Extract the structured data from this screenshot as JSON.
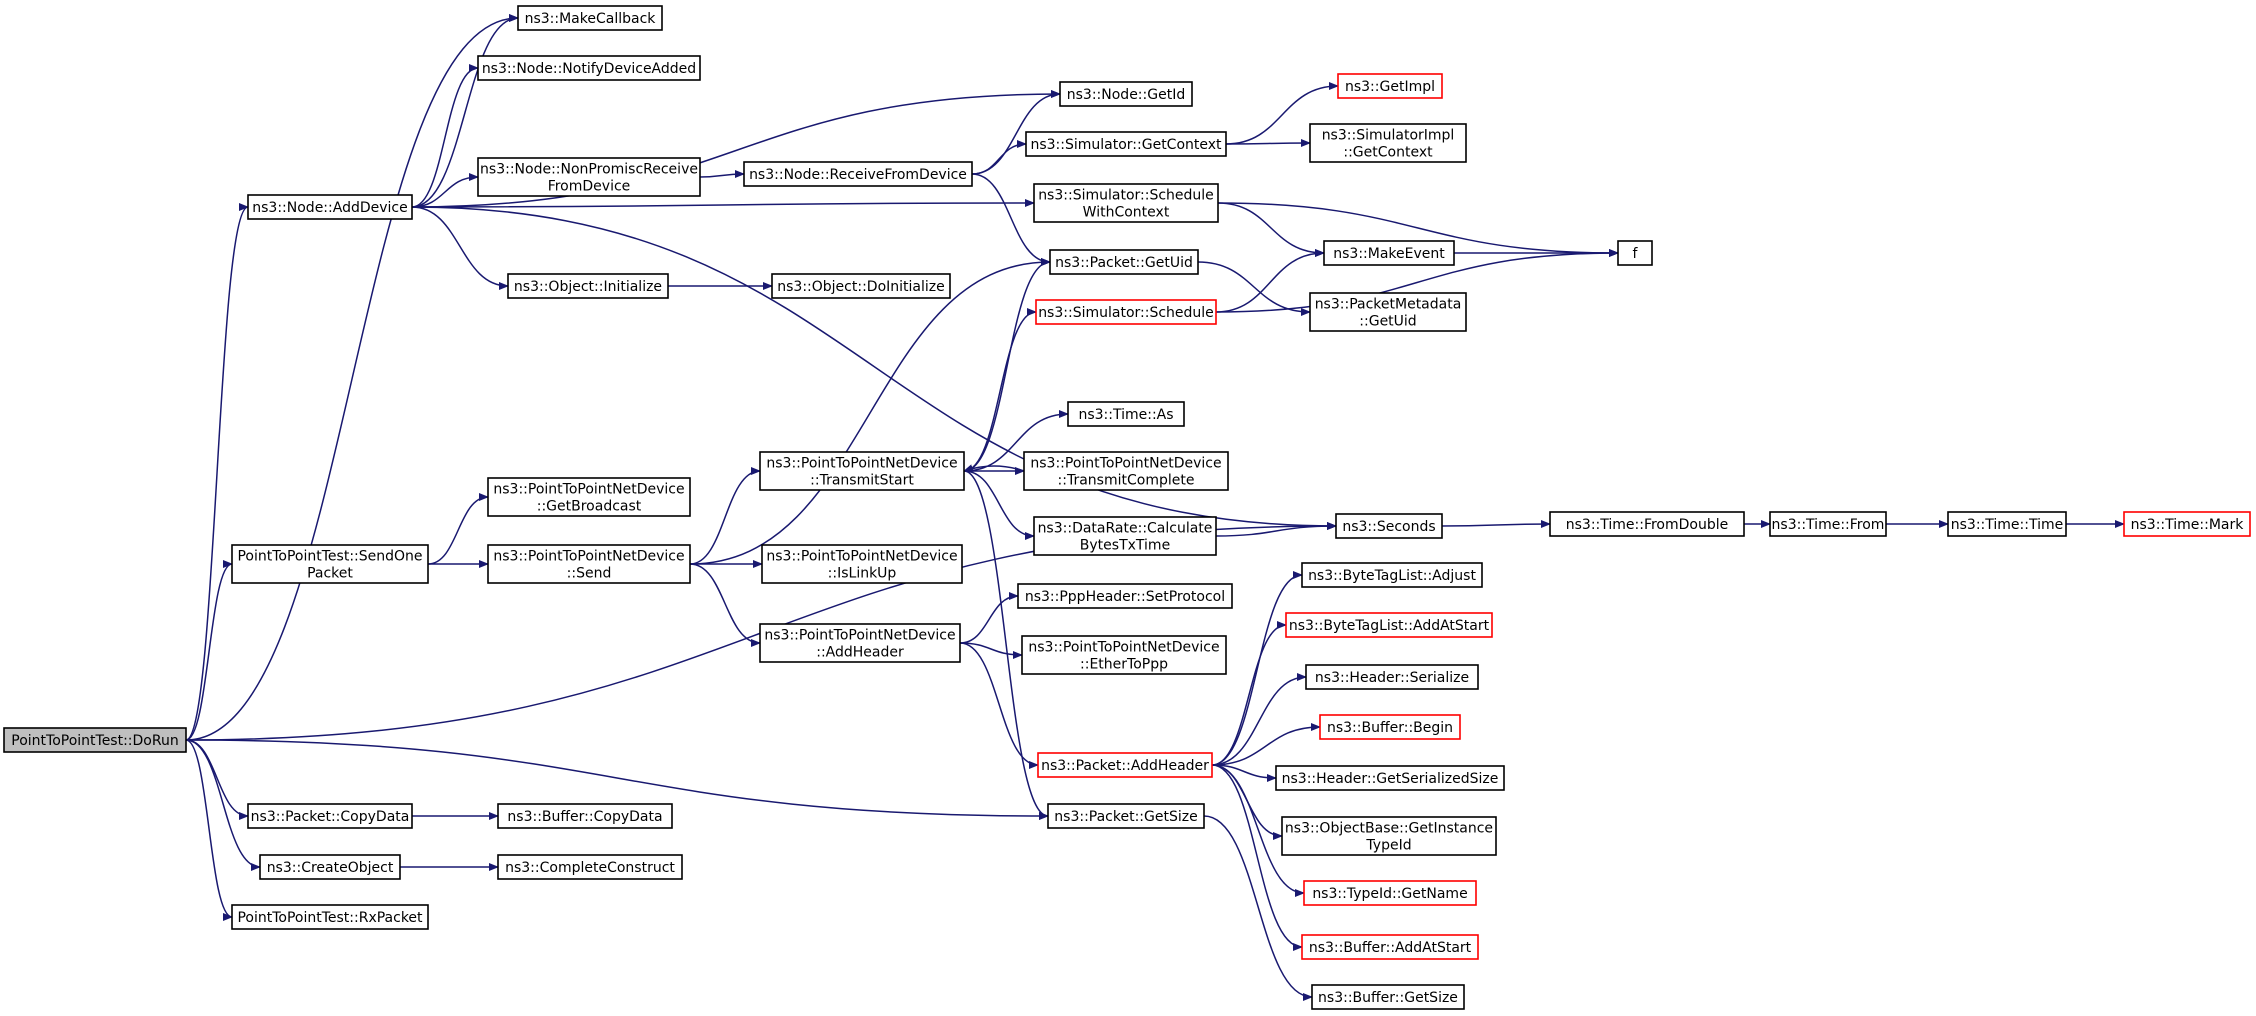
{
  "colors": {
    "edge": "#191970",
    "node_border": "#000000",
    "node_border_incomplete": "#ff0000",
    "root_fill": "#bfbfbf",
    "node_fill": "#ffffff"
  },
  "nodes": [
    {
      "id": "dorun",
      "lines": [
        "PointToPointTest::DoRun"
      ],
      "style": "root"
    },
    {
      "id": "makecallback",
      "lines": [
        "ns3::MakeCallback"
      ],
      "style": "normal"
    },
    {
      "id": "notifydeviceadded",
      "lines": [
        "ns3::Node::NotifyDeviceAdded"
      ],
      "style": "normal"
    },
    {
      "id": "nodeadddevice",
      "lines": [
        "ns3::Node::AddDevice"
      ],
      "style": "normal"
    },
    {
      "id": "nonpromisc",
      "lines": [
        "ns3::Node::NonPromiscReceive",
        "FromDevice"
      ],
      "style": "normal"
    },
    {
      "id": "objinitialize",
      "lines": [
        "ns3::Object::Initialize"
      ],
      "style": "normal"
    },
    {
      "id": "receivefromdevice",
      "lines": [
        "ns3::Node::ReceiveFromDevice"
      ],
      "style": "normal"
    },
    {
      "id": "objdoinitialize",
      "lines": [
        "ns3::Object::DoInitialize"
      ],
      "style": "normal"
    },
    {
      "id": "nodegetid",
      "lines": [
        "ns3::Node::GetId"
      ],
      "style": "normal"
    },
    {
      "id": "simgetcontext",
      "lines": [
        "ns3::Simulator::GetContext"
      ],
      "style": "normal"
    },
    {
      "id": "simschedctx",
      "lines": [
        "ns3::Simulator::Schedule",
        "WithContext"
      ],
      "style": "normal"
    },
    {
      "id": "packetgetuid",
      "lines": [
        "ns3::Packet::GetUid"
      ],
      "style": "normal"
    },
    {
      "id": "simschedule",
      "lines": [
        "ns3::Simulator::Schedule"
      ],
      "style": "red"
    },
    {
      "id": "getimpl",
      "lines": [
        "ns3::GetImpl"
      ],
      "style": "red"
    },
    {
      "id": "simimplctx",
      "lines": [
        "ns3::SimulatorImpl",
        "::GetContext"
      ],
      "style": "normal"
    },
    {
      "id": "makeevent",
      "lines": [
        "ns3::MakeEvent"
      ],
      "style": "normal"
    },
    {
      "id": "pmgetuid",
      "lines": [
        "ns3::PacketMetadata",
        "::GetUid"
      ],
      "style": "normal"
    },
    {
      "id": "f",
      "lines": [
        "f"
      ],
      "style": "normal"
    },
    {
      "id": "timeas",
      "lines": [
        "ns3::Time::As"
      ],
      "style": "normal"
    },
    {
      "id": "transmitstart",
      "lines": [
        "ns3::PointToPointNetDevice",
        "::TransmitStart"
      ],
      "style": "normal"
    },
    {
      "id": "transmitcomplete",
      "lines": [
        "ns3::PointToPointNetDevice",
        "::TransmitComplete"
      ],
      "style": "normal"
    },
    {
      "id": "getbroadcast",
      "lines": [
        "ns3::PointToPointNetDevice",
        "::GetBroadcast"
      ],
      "style": "normal"
    },
    {
      "id": "datarate",
      "lines": [
        "ns3::DataRate::Calculate",
        "BytesTxTime"
      ],
      "style": "normal"
    },
    {
      "id": "seconds",
      "lines": [
        "ns3::Seconds"
      ],
      "style": "normal"
    },
    {
      "id": "fromdouble",
      "lines": [
        "ns3::Time::FromDouble"
      ],
      "style": "normal"
    },
    {
      "id": "timefrom",
      "lines": [
        "ns3::Time::From"
      ],
      "style": "normal"
    },
    {
      "id": "timetime",
      "lines": [
        "ns3::Time::Time"
      ],
      "style": "normal"
    },
    {
      "id": "timemark",
      "lines": [
        "ns3::Time::Mark"
      ],
      "style": "red"
    },
    {
      "id": "sendonepacket",
      "lines": [
        "PointToPointTest::SendOne",
        "Packet"
      ],
      "style": "normal"
    },
    {
      "id": "p2psend",
      "lines": [
        "ns3::PointToPointNetDevice",
        "::Send"
      ],
      "style": "normal"
    },
    {
      "id": "islinkup",
      "lines": [
        "ns3::PointToPointNetDevice",
        "::IsLinkUp"
      ],
      "style": "normal"
    },
    {
      "id": "bytetagadjust",
      "lines": [
        "ns3::ByteTagList::Adjust"
      ],
      "style": "normal"
    },
    {
      "id": "pppsetprotocol",
      "lines": [
        "ns3::PppHeader::SetProtocol"
      ],
      "style": "normal"
    },
    {
      "id": "p2paddheader",
      "lines": [
        "ns3::PointToPointNetDevice",
        "::AddHeader"
      ],
      "style": "normal"
    },
    {
      "id": "bytetagaddatstart",
      "lines": [
        "ns3::ByteTagList::AddAtStart"
      ],
      "style": "red"
    },
    {
      "id": "ethertoppp",
      "lines": [
        "ns3::PointToPointNetDevice",
        "::EtherToPpp"
      ],
      "style": "normal"
    },
    {
      "id": "headerserialize",
      "lines": [
        "ns3::Header::Serialize"
      ],
      "style": "normal"
    },
    {
      "id": "bufferbegin",
      "lines": [
        "ns3::Buffer::Begin"
      ],
      "style": "red"
    },
    {
      "id": "packetaddheader",
      "lines": [
        "ns3::Packet::AddHeader"
      ],
      "style": "red"
    },
    {
      "id": "headergetsersize",
      "lines": [
        "ns3::Header::GetSerializedSize"
      ],
      "style": "normal"
    },
    {
      "id": "packetgetsize",
      "lines": [
        "ns3::Packet::GetSize"
      ],
      "style": "normal"
    },
    {
      "id": "packetcopydata",
      "lines": [
        "ns3::Packet::CopyData"
      ],
      "style": "normal"
    },
    {
      "id": "buffercopydata",
      "lines": [
        "ns3::Buffer::CopyData"
      ],
      "style": "normal"
    },
    {
      "id": "objbasegetinstance",
      "lines": [
        "ns3::ObjectBase::GetInstance",
        "TypeId"
      ],
      "style": "normal"
    },
    {
      "id": "createobject",
      "lines": [
        "ns3::CreateObject"
      ],
      "style": "normal"
    },
    {
      "id": "completeconstruct",
      "lines": [
        "ns3::CompleteConstruct"
      ],
      "style": "normal"
    },
    {
      "id": "typeidgetname",
      "lines": [
        "ns3::TypeId::GetName"
      ],
      "style": "red"
    },
    {
      "id": "rxpacket",
      "lines": [
        "PointToPointTest::RxPacket"
      ],
      "style": "normal"
    },
    {
      "id": "bufferaddatstart",
      "lines": [
        "ns3::Buffer::AddAtStart"
      ],
      "style": "red"
    },
    {
      "id": "buffergetsize",
      "lines": [
        "ns3::Buffer::GetSize"
      ],
      "style": "normal"
    }
  ],
  "edges": [
    [
      "dorun",
      "makecallback"
    ],
    [
      "dorun",
      "nodeadddevice"
    ],
    [
      "dorun",
      "sendonepacket"
    ],
    [
      "dorun",
      "seconds"
    ],
    [
      "dorun",
      "packetgetsize"
    ],
    [
      "dorun",
      "packetcopydata"
    ],
    [
      "dorun",
      "createobject"
    ],
    [
      "dorun",
      "rxpacket"
    ],
    [
      "nodeadddevice",
      "makecallback"
    ],
    [
      "nodeadddevice",
      "notifydeviceadded"
    ],
    [
      "nodeadddevice",
      "nodegetid"
    ],
    [
      "nodeadddevice",
      "nonpromisc"
    ],
    [
      "nodeadddevice",
      "simschedctx"
    ],
    [
      "nodeadddevice",
      "objinitialize"
    ],
    [
      "nodeadddevice",
      "seconds"
    ],
    [
      "nonpromisc",
      "receivefromdevice"
    ],
    [
      "receivefromdevice",
      "nodegetid"
    ],
    [
      "receivefromdevice",
      "simgetcontext"
    ],
    [
      "receivefromdevice",
      "packetgetuid"
    ],
    [
      "simgetcontext",
      "getimpl"
    ],
    [
      "simgetcontext",
      "simimplctx"
    ],
    [
      "simschedctx",
      "makeevent"
    ],
    [
      "simschedctx",
      "f"
    ],
    [
      "makeevent",
      "f"
    ],
    [
      "simschedule",
      "makeevent"
    ],
    [
      "simschedule",
      "f"
    ],
    [
      "packetgetuid",
      "pmgetuid"
    ],
    [
      "objinitialize",
      "objdoinitialize"
    ],
    [
      "transmitstart",
      "packetgetuid"
    ],
    [
      "transmitstart",
      "simschedule"
    ],
    [
      "transmitstart",
      "timeas"
    ],
    [
      "transmitstart",
      "transmitcomplete"
    ],
    [
      "transmitcomplete",
      "transmitstart"
    ],
    [
      "transmitstart",
      "datarate"
    ],
    [
      "transmitstart",
      "packetgetsize"
    ],
    [
      "datarate",
      "seconds"
    ],
    [
      "seconds",
      "fromdouble"
    ],
    [
      "fromdouble",
      "timefrom"
    ],
    [
      "timefrom",
      "timetime"
    ],
    [
      "timetime",
      "timemark"
    ],
    [
      "sendonepacket",
      "getbroadcast"
    ],
    [
      "sendonepacket",
      "p2psend"
    ],
    [
      "p2psend",
      "transmitstart"
    ],
    [
      "p2psend",
      "packetgetuid"
    ],
    [
      "p2psend",
      "islinkup"
    ],
    [
      "p2psend",
      "p2paddheader"
    ],
    [
      "p2paddheader",
      "pppsetprotocol"
    ],
    [
      "p2paddheader",
      "ethertoppp"
    ],
    [
      "p2paddheader",
      "packetaddheader"
    ],
    [
      "packetaddheader",
      "bytetagadjust"
    ],
    [
      "packetaddheader",
      "bytetagaddatstart"
    ],
    [
      "packetaddheader",
      "headerserialize"
    ],
    [
      "packetaddheader",
      "bufferbegin"
    ],
    [
      "packetaddheader",
      "headergetsersize"
    ],
    [
      "packetaddheader",
      "objbasegetinstance"
    ],
    [
      "packetaddheader",
      "typeidgetname"
    ],
    [
      "packetaddheader",
      "bufferaddatstart"
    ],
    [
      "packetgetsize",
      "buffergetsize"
    ],
    [
      "packetcopydata",
      "buffercopydata"
    ],
    [
      "createobject",
      "completeconstruct"
    ]
  ]
}
